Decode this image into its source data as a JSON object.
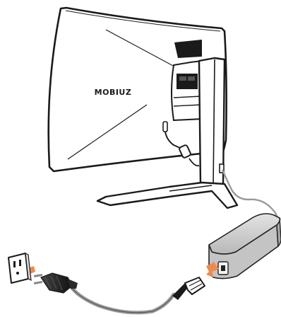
{
  "monitor": {
    "logo_text": "MOBIUZ",
    "frame_color": "#1a1a1a",
    "panel_color": "#ffffff"
  },
  "adapter": {
    "body_color": "#d0d0d0",
    "edge_color": "#222222"
  },
  "cable": {
    "color": "#9a9a9a"
  },
  "arrows": {
    "color": "#f08a4b",
    "count": 2
  },
  "icons": [
    "monitor-back",
    "stand",
    "power-adapter",
    "power-plug",
    "wall-outlet",
    "insert-arrow"
  ]
}
